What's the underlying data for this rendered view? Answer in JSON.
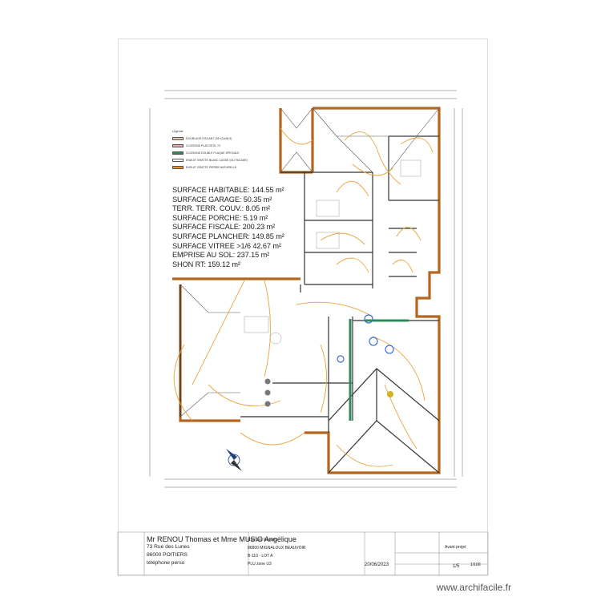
{
  "surfaces": [
    {
      "label": "SURFACE HABITABLE:",
      "value": "144.55 m²"
    },
    {
      "label": "SURFACE GARAGE:",
      "value": "50.35 m²"
    },
    {
      "label": "TERR. TERR. COUV.:",
      "value": "8.05 m²"
    },
    {
      "label": "SURFACE PORCHE:",
      "value": "5.19 m²"
    },
    {
      "label": "SURFACE FISCALE:",
      "value": "200.23 m²"
    },
    {
      "label": "SURFACE PLANCHER:",
      "value": "149.85 m²"
    },
    {
      "label": "SURFACE VITREE >1/6",
      "value": "42.67 m²"
    },
    {
      "label": "EMPRISE AU SOL:",
      "value": "237.15 m²"
    },
    {
      "label": "SHON RT:",
      "value": "159.12 m²"
    }
  ],
  "legend": {
    "title": "Légende",
    "items": [
      {
        "label": "DOUBLAGE ISOLANT (16+(2)x36,5)",
        "color": "#e8c9a8"
      },
      {
        "label": "CLOISONS PLACOSTIL 72",
        "color": "#e6a9a9"
      },
      {
        "label": "CLOISONS DOUBLE PLAQUE SPECIALE",
        "color": "#2e8b57"
      },
      {
        "label": "ENDUIT GRATTE BLANC CASSE (OU FACADE)",
        "color": "#ffffff"
      },
      {
        "label": "ENDUIT GRATTE PIERRE NATURELLE",
        "color": "#e8913a"
      }
    ]
  },
  "colors": {
    "wall": "#b5651d",
    "wiring": "#e8a33a",
    "green": "#2e8b57",
    "label_blue": "#1b3f8a"
  },
  "cartouche": {
    "client_name": "Mr RENOU Thomas et Mme MUSIO Angélique",
    "address1": "73 Rue des Lunes",
    "address2": "86000 POITIERS",
    "phone": "téléphone perso",
    "project_site": "Rue des Rosiers",
    "project_city": "86800 MIGNALOUX BEAUVOIR",
    "project_parcel": "B-110 - LOT A",
    "project_zone": "PLU zone U3",
    "date": "20/06/2023",
    "plan_title": "Avant projet",
    "plan_number": "1/5",
    "scale": "1/100"
  },
  "credit": "www.archifacile.fr"
}
